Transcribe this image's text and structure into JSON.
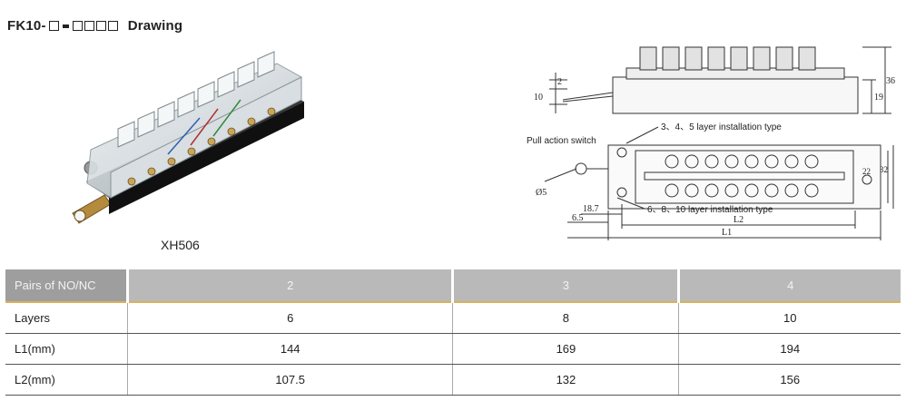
{
  "title": {
    "prefix": "FK10-",
    "suffix": "Drawing"
  },
  "photo": {
    "caption": "XH506"
  },
  "drawing": {
    "dims": {
      "two": "2",
      "ten": "10",
      "nineteen": "19",
      "thirtysix": "36",
      "twentytwo": "22",
      "thirtytwo": "32",
      "phi5": "Ø5",
      "d187": "18.7",
      "d65": "6.5",
      "l2": "L2",
      "l1": "L1"
    },
    "labels": {
      "top_install": "3、4、5 layer installation type",
      "pull": "Pull action switch",
      "bottom_install": "6、8、10 layer installation type"
    }
  },
  "table": {
    "headers": [
      "Pairs of NO/NC",
      "2",
      "3",
      "4"
    ],
    "rows": [
      [
        "Layers",
        "6",
        "8",
        "10"
      ],
      [
        "L1(mm)",
        "144",
        "169",
        "194"
      ],
      [
        "L2(mm)",
        "107.5",
        "132",
        "156"
      ]
    ]
  }
}
